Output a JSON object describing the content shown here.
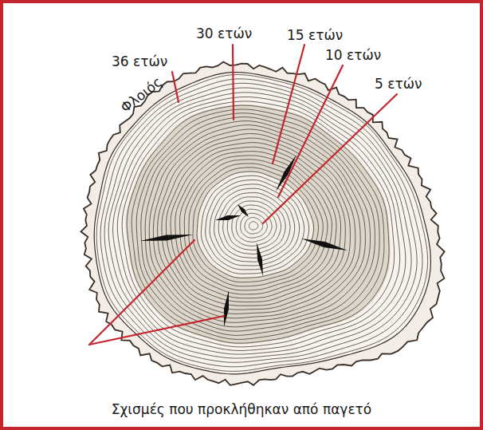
{
  "diagram": {
    "caption": "Σχισμές που προκλήθηκαν από παγετό",
    "labels": [
      "36 ετών",
      "30 ετών",
      "15 ετών",
      "10 ετών",
      "5 ετών",
      "Φλοιός"
    ]
  }
}
